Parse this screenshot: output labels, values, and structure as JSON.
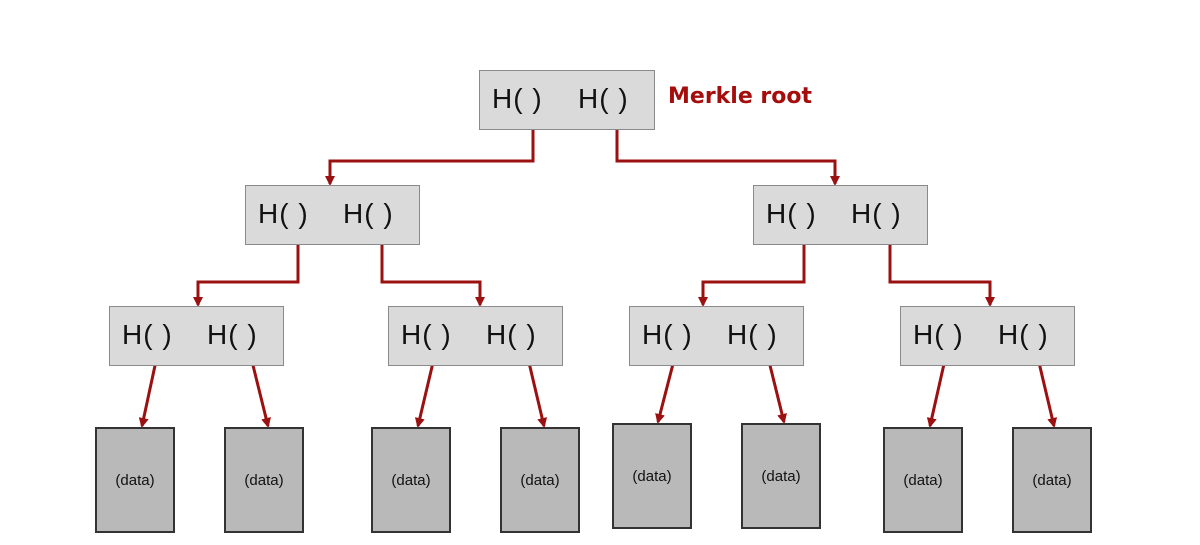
{
  "diagram": {
    "root_caption": "Merkle root",
    "hash_left": "H(  )",
    "hash_right": "H(  )",
    "data_label": "(data)",
    "arrow_color": "#9b1010",
    "caption_color": "#a50d0d",
    "node_fill": "#dadada",
    "data_fill": "#b9b9b9"
  }
}
